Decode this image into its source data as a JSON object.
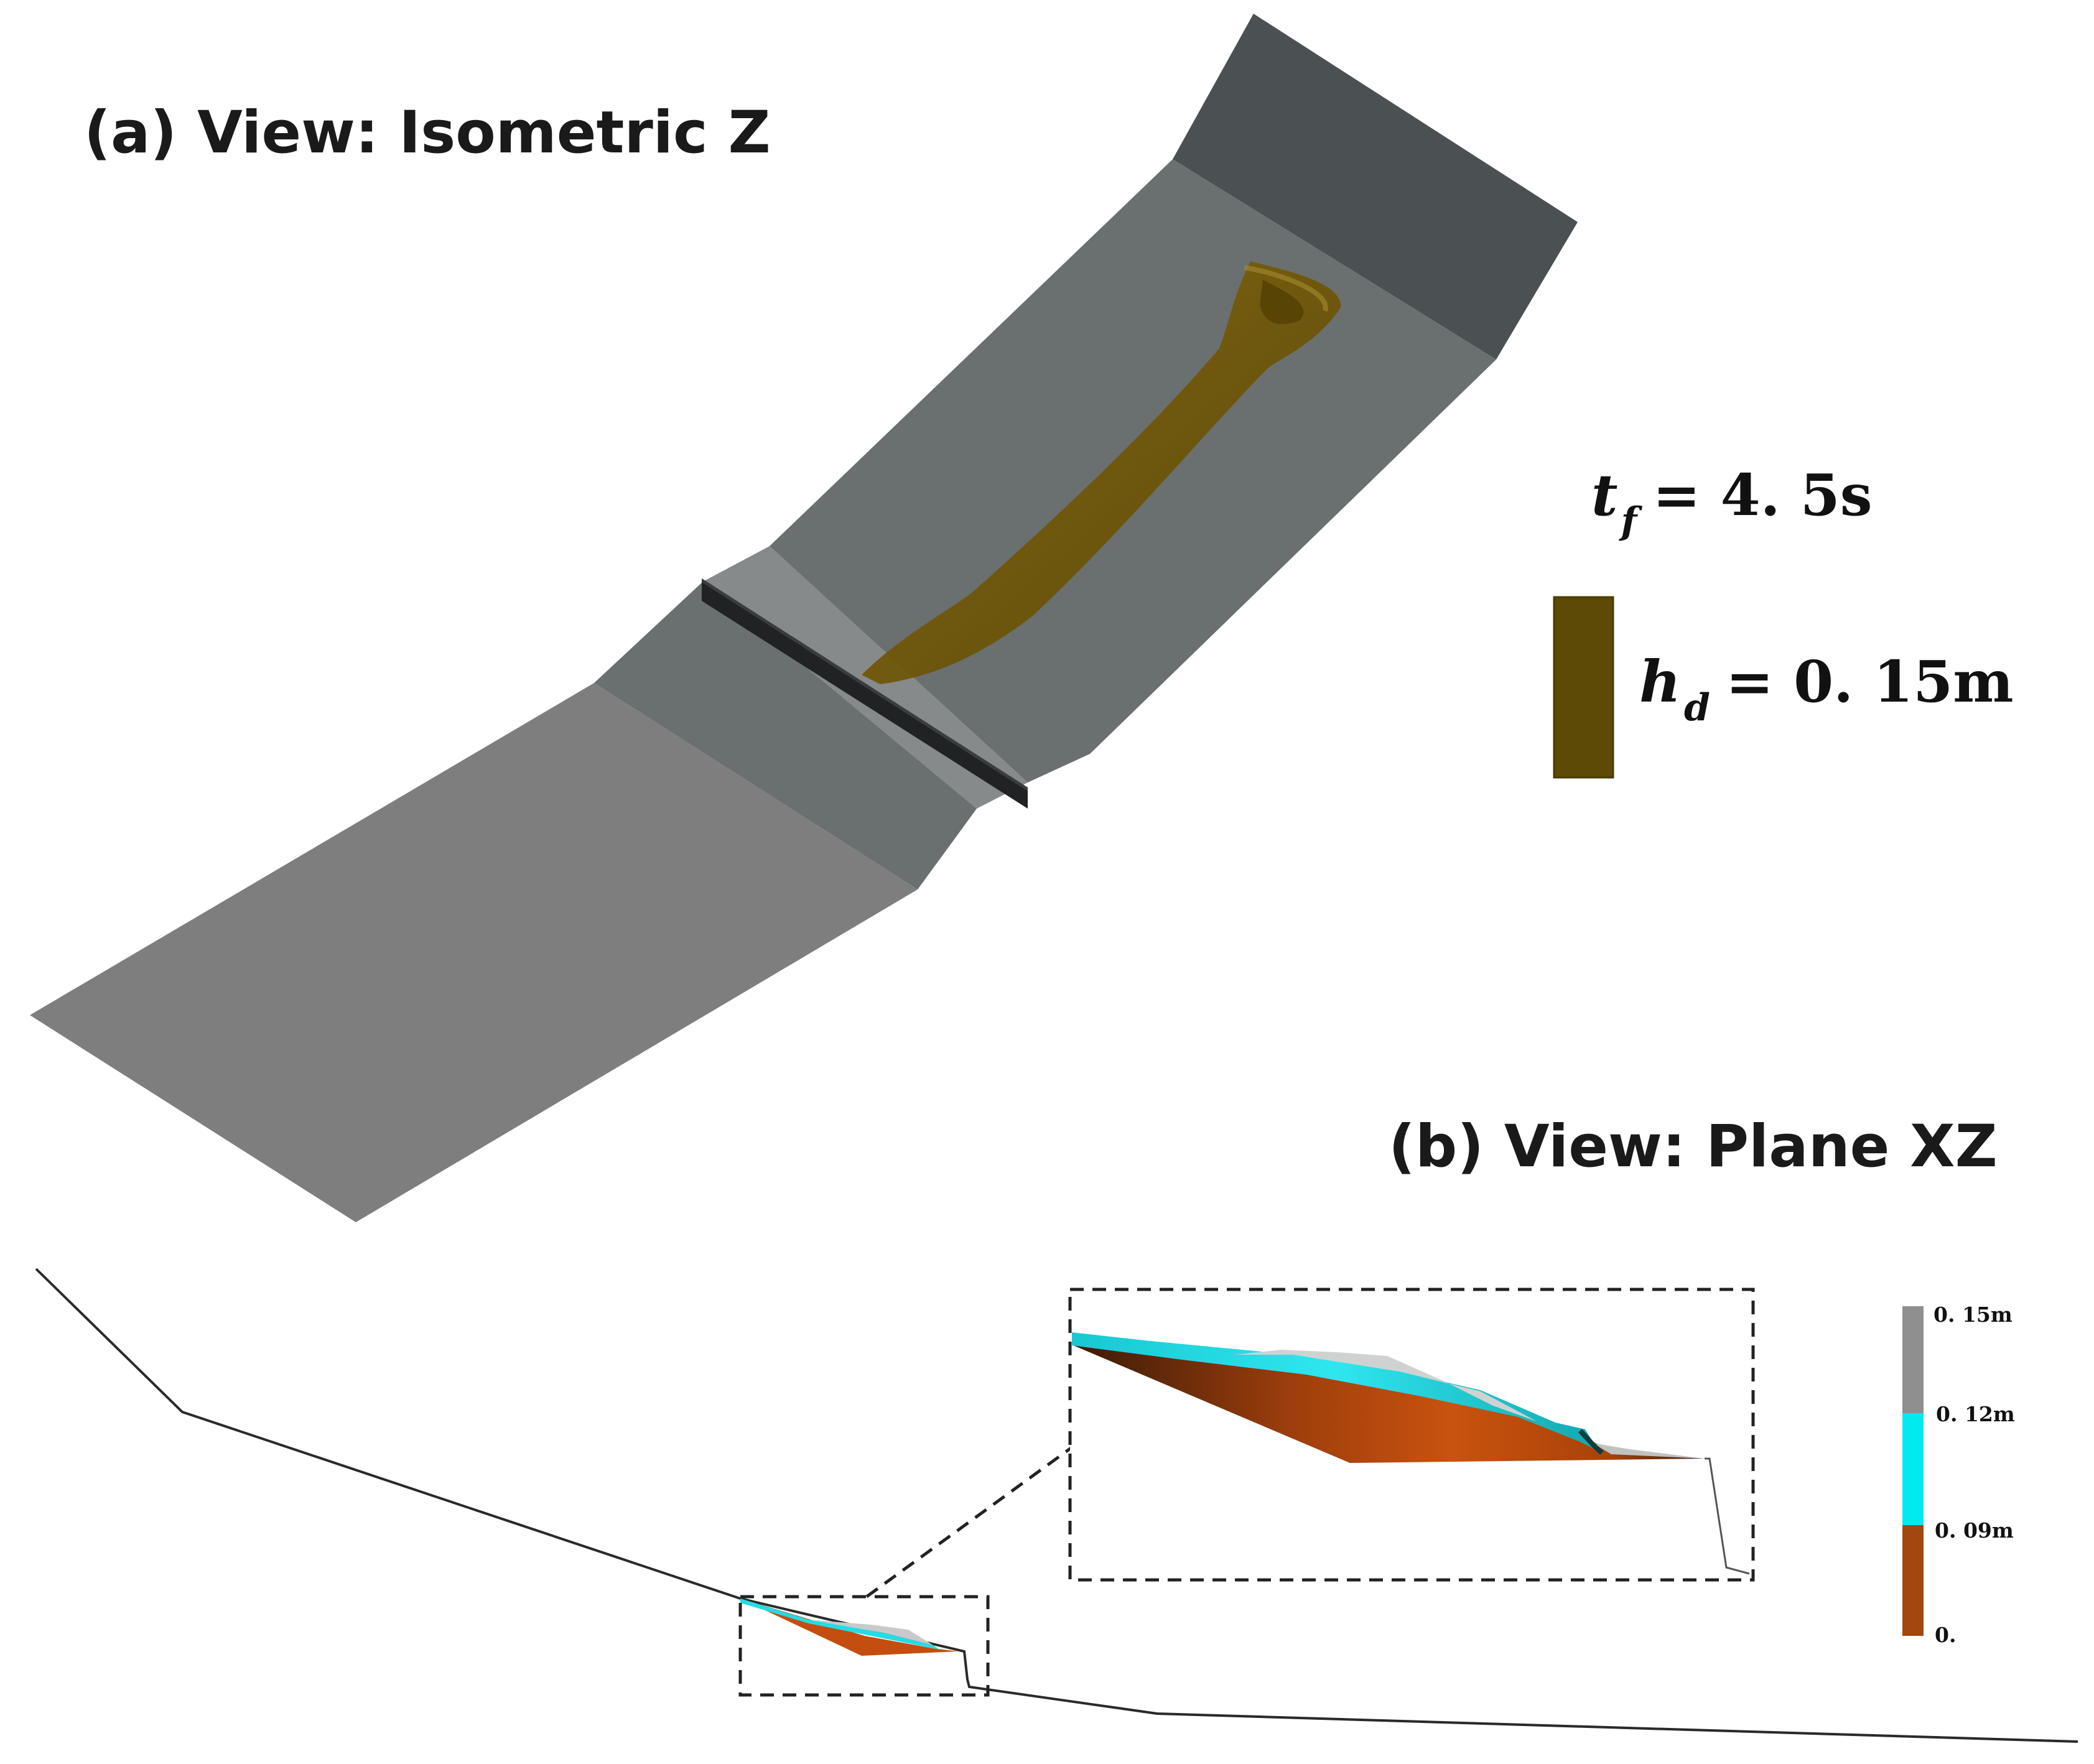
{
  "panel_a": {
    "title": "(a) View: Isometric Z"
  },
  "panel_b": {
    "title": "(b) View: Plane XZ"
  },
  "annotation": {
    "time_var": "t",
    "time_sub": "f",
    "time_eq": "= 4. 5s",
    "depth_var": "h",
    "depth_sub": "d",
    "depth_eq": "= 0. 15m"
  },
  "colorbar": {
    "labels": [
      "0. 15m",
      "0. 12m",
      "0. 09m",
      "0."
    ],
    "colors": [
      "#8f8f8f",
      "#00eaf0",
      "#a1470f"
    ]
  },
  "colors": {
    "slope_dark": "#4b5152",
    "slope_main": "#6b7070",
    "flat_light": "#7e7e7e",
    "deposit": "#6b5508",
    "sediment": "#b84a10",
    "water": "#22dde6"
  }
}
